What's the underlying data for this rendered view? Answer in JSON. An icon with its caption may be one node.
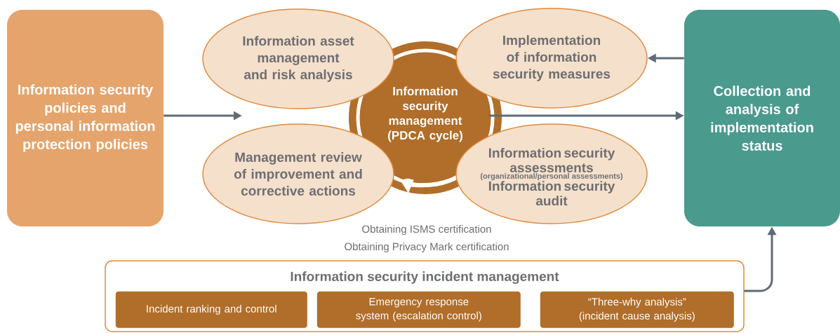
{
  "diagram": {
    "nodes": [
      {
        "text": [
          "Information security policies and personal information protection policies"
        ]
      },
      {
        "text": [
          "Information security management (PDCA cycle)"
        ]
      },
      {
        "text": [
          "Information asset management and risk analysis"
        ]
      },
      {
        "text": [
          "Implementation of information security measures"
        ]
      },
      {
        "text": [
          "Information security assessments",
          "(organizational/personal assessments)",
          "Information security audit"
        ]
      },
      {
        "text": [
          "Management review of improvement and corrective actions"
        ]
      },
      {
        "text": [
          "Collection and analysis of implementation status"
        ]
      },
      {
        "text": [
          "Information security incident management"
        ]
      },
      {
        "text": [
          "Incident ranking and control"
        ],
        "in": 7
      },
      {
        "text": [
          "Emergency response system (escalation control)"
        ],
        "in": 7
      },
      {
        "text": [
          "“Three-why analysis” (incident cause analysis)"
        ],
        "in": 7
      }
    ],
    "edges": [
      {
        "from": 0,
        "to": null,
        "arrow": "to"
      },
      {
        "from": 1,
        "to": 6,
        "arrow": "to"
      },
      {
        "from": 6,
        "to": 3,
        "arrow": "to"
      },
      {
        "from": 7,
        "to": 6,
        "arrow": "to"
      }
    ],
    "labels": [
      "Obtaining ISMS certification",
      "Obtaining Privacy Mark certification"
    ]
  }
}
